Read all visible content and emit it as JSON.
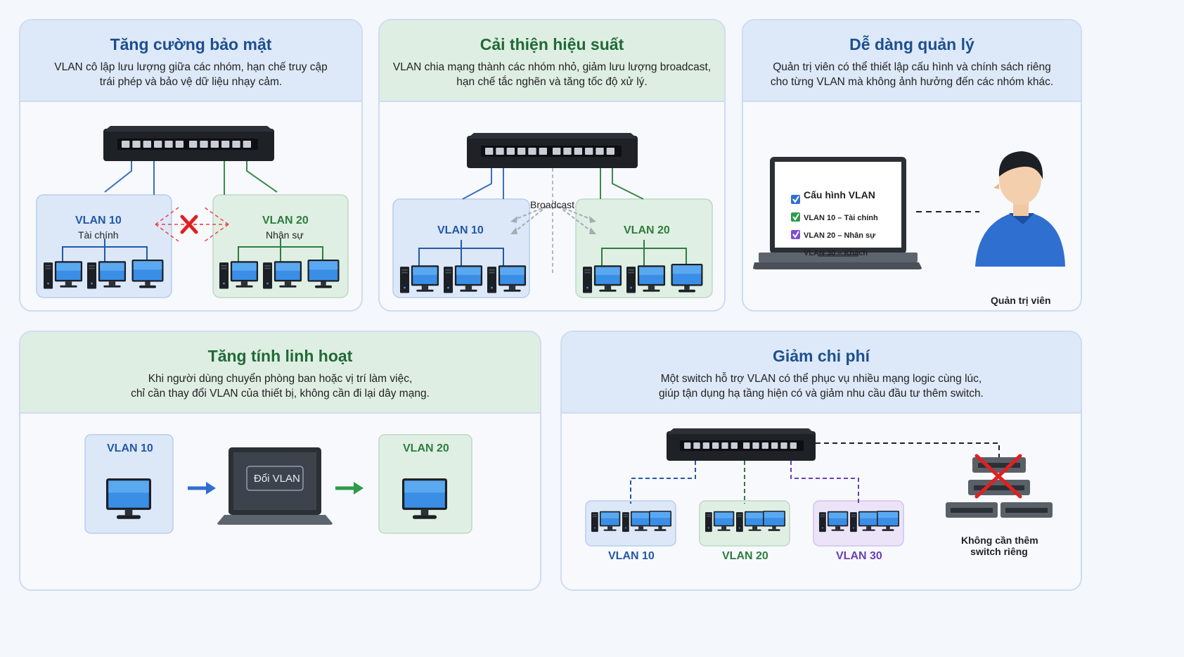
{
  "cards": {
    "security": {
      "title": "Tăng cường bảo mật",
      "desc": [
        "VLAN cô lập lưu lượng giữa các nhóm, hạn chế truy cập",
        "trái phép và bảo vệ dữ liệu nhạy cảm."
      ],
      "vlan_a": {
        "name": "VLAN 10",
        "sub": "Tài chính"
      },
      "vlan_b": {
        "name": "VLAN 20",
        "sub": "Nhân sự"
      }
    },
    "performance": {
      "title": "Cải thiện hiệu suất",
      "desc": [
        "VLAN chia mạng thành các nhóm nhỏ, giảm lưu lượng broadcast,",
        "hạn chế tắc nghẽn và tăng tốc độ xử lý."
      ],
      "broadcast": "Broadcast",
      "vlan_a": "VLAN 10",
      "vlan_b": "VLAN 20"
    },
    "management": {
      "title": "Dễ dàng quản lý",
      "desc": [
        "Quản trị viên có thể thiết lập cấu hình và chính sách riêng",
        "cho từng VLAN mà không ảnh hưởng đến các nhóm khác."
      ],
      "config_title": "Cấu hình VLAN",
      "config_items": [
        {
          "label": "VLAN 10 – Tài chính",
          "color": "#2f6fd0"
        },
        {
          "label": "VLAN 20 – Nhân sự",
          "color": "#2e9a4a"
        },
        {
          "label": "VLAN 30 – Khách",
          "color": "#7e4fd0"
        }
      ],
      "admin_label": "Quản trị viên"
    },
    "flexibility": {
      "title": "Tăng tính linh hoạt",
      "desc": [
        "Khi người dùng chuyển phòng ban hoặc vị trí làm việc,",
        "chỉ cần thay đổi VLAN của thiết bị, không cần đi lại dây mạng."
      ],
      "vlan_a": "VLAN 10",
      "change_label": "Đổi VLAN",
      "vlan_b": "VLAN 20"
    },
    "cost": {
      "title": "Giảm chi phí",
      "desc": [
        "Một switch hỗ trợ VLAN có thể phục vụ nhiều mạng logic cùng lúc,",
        "giúp tận dụng hạ tầng hiện có và giảm nhu cầu đầu tư thêm switch."
      ],
      "vlans": [
        {
          "name": "VLAN 10",
          "color": "#2458a6"
        },
        {
          "name": "VLAN 20",
          "color": "#2e7d3e"
        },
        {
          "name": "VLAN 30",
          "color": "#6a3fb5"
        }
      ],
      "no_switch_label": [
        "Không cần thêm",
        "switch riêng"
      ]
    }
  },
  "colors": {
    "blue_title": "#1d4f8f",
    "green_title": "#1f6a36",
    "blue_zone": "#dce8f8",
    "green_zone": "#e0efe3",
    "purple_zone": "#ebe3f7",
    "cross_red": "#e02020"
  }
}
